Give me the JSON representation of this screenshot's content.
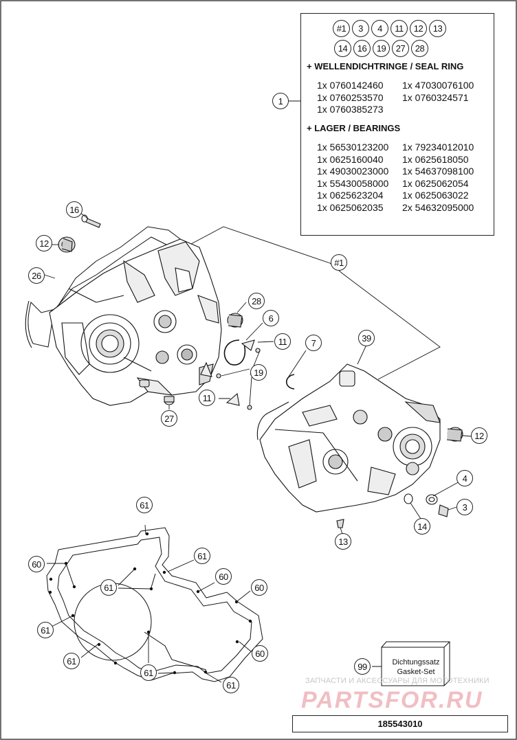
{
  "infobox": {
    "refs_row1": [
      "#1",
      "3",
      "4",
      "11",
      "12",
      "13"
    ],
    "refs_row2": [
      "14",
      "16",
      "19",
      "27",
      "28"
    ],
    "seal_heading": "+ WELLENDICHTRINGE / SEAL RING",
    "seal_parts": [
      "1x 0760142460",
      "1x 47030076100",
      "1x 0760253570",
      "1x 0760324571",
      "1x 0760385273",
      ""
    ],
    "bearing_heading": "+ LAGER / BEARINGS",
    "bearing_parts": [
      "1x 56530123200",
      "1x 79234012010",
      "1x 0625160040",
      "1x 0625618050",
      "1x 49030023000",
      "1x 54637098100",
      "1x 55430058000",
      "1x 0625062054",
      "1x 0625623204",
      "1x 0625063022",
      "1x 0625062035",
      "2x 54632095000"
    ]
  },
  "callouts": {
    "c1": "1",
    "c16": "16",
    "c12a": "12",
    "c26": "26",
    "c1b": "#1",
    "c28": "28",
    "c6": "6",
    "c11a": "11",
    "c7": "7",
    "c39": "39",
    "c19": "19",
    "c11b": "11",
    "c27": "27",
    "c12b": "12",
    "c4": "4",
    "c3": "3",
    "c14": "14",
    "c13": "13",
    "g61a": "61",
    "g60a": "60",
    "g61b": "61",
    "g61c": "61",
    "g60b": "60",
    "g60c": "60",
    "g61d": "61",
    "g61e": "61",
    "g60d": "60",
    "g61f": "61",
    "g61g": "61",
    "c99": "99"
  },
  "gasket_set": {
    "line1": "Dichtungssatz",
    "line2": "Gasket-Set"
  },
  "watermark": {
    "small": "ЗАПЧАСТИ И АКСЕССУАРЫ ДЛЯ МОТОТЕХНИКИ",
    "brand": "PARTSFOR.RU"
  },
  "drawing_number": "185543010"
}
